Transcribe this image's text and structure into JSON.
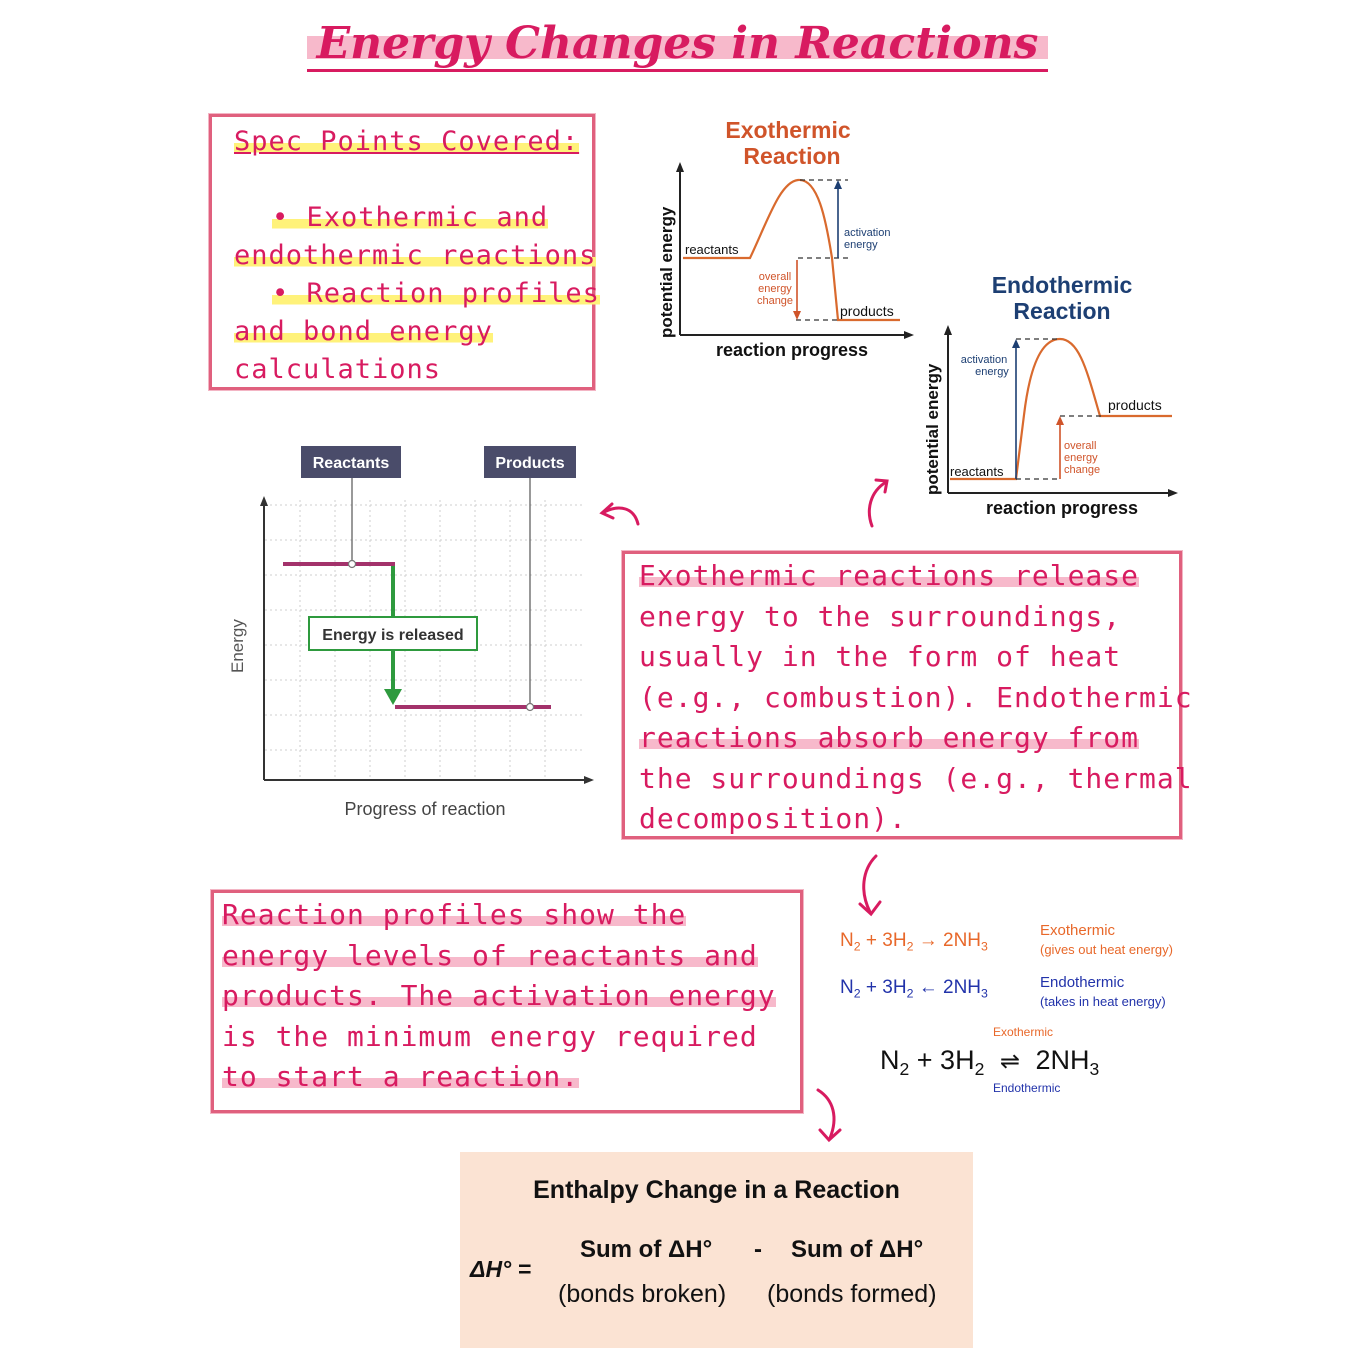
{
  "page_title": "Energy Changes in Reactions",
  "spec": {
    "heading": "Spec Points Covered:",
    "lines": [
      "•  Exothermic and",
      "endothermic reactions",
      "•  Reaction profiles",
      "and bond energy",
      "calculations"
    ]
  },
  "exo_chart": {
    "title_line1": "Exothermic",
    "title_line2": "Reaction",
    "y_label": "potential energy",
    "x_label": "reaction progress",
    "reactants": "reactants",
    "products": "products",
    "activation_1": "activation",
    "activation_2": "energy",
    "overall_1": "overall",
    "overall_2": "energy",
    "overall_3": "change"
  },
  "endo_chart": {
    "title_line1": "Endothermic",
    "title_line2": "Reaction",
    "y_label": "potential energy",
    "x_label": "reaction progress",
    "reactants": "reactants",
    "products": "products",
    "activation_1": "activation",
    "activation_2": "energy",
    "overall_1": "overall",
    "overall_2": "energy",
    "overall_3": "change"
  },
  "profile_chart": {
    "reactants": "Reactants",
    "products": "Products",
    "released": "Energy is released",
    "y_label": "Energy",
    "x_label": "Progress of reaction"
  },
  "exo_endo_text": {
    "lines": [
      "Exothermic reactions release",
      "energy to the surroundings,",
      "usually in the form of heat",
      "(e.g., combustion). Endothermic",
      "reactions absorb energy from",
      "the surroundings (e.g., thermal",
      "decomposition)."
    ]
  },
  "profile_text": {
    "lines": [
      "Reaction profiles show the",
      "energy levels of reactants and",
      "products. The activation energy",
      "is the minimum energy required",
      "to start a reaction."
    ]
  },
  "equations": {
    "eq1_left": "N",
    "eq1_n_sub": "2",
    "eq1_plus": "+ 3H",
    "eq1_h_sub": "2",
    "eq1_right": "2NH",
    "eq1_nh_sub": "3",
    "eq1_label": "Exothermic",
    "eq1_note": "(gives out heat energy)",
    "eq2_label": "Endothermic",
    "eq2_note": "(takes in heat energy)",
    "eq3_top": "Exothermic",
    "eq3_bottom": "Endothermic"
  },
  "colors": {
    "exo": "#e8682a",
    "endo": "#2233aa",
    "pink": "#d81b60",
    "curve": "#d96a2e",
    "navy": "#1d3f73"
  },
  "enthalpy": {
    "title": "Enthalpy Change in a Reaction",
    "lhs": "ΔH° =",
    "sum1": "Sum of ΔH°",
    "minus": "-",
    "sum2": "Sum of ΔH°",
    "broken": "(bonds broken)",
    "formed": "(bonds formed)"
  }
}
